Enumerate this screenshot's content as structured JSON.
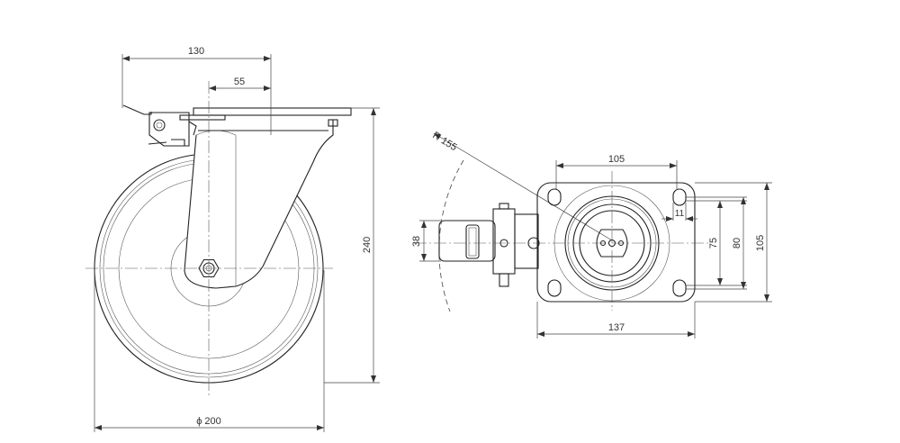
{
  "side_view": {
    "dim_offset_total": "130",
    "dim_offset_pivot": "55",
    "dim_height": "240",
    "dim_wheel_diameter": "ϕ 200"
  },
  "top_view": {
    "dim_radius": "R 155",
    "dim_plate_hole_spacing_x": "105",
    "dim_plate_width": "137",
    "dim_hole_slot": "11",
    "dim_hole_spacing_y_min": "75",
    "dim_hole_spacing_y_max": "80",
    "dim_plate_height": "105",
    "dim_wheel_width": "38"
  }
}
